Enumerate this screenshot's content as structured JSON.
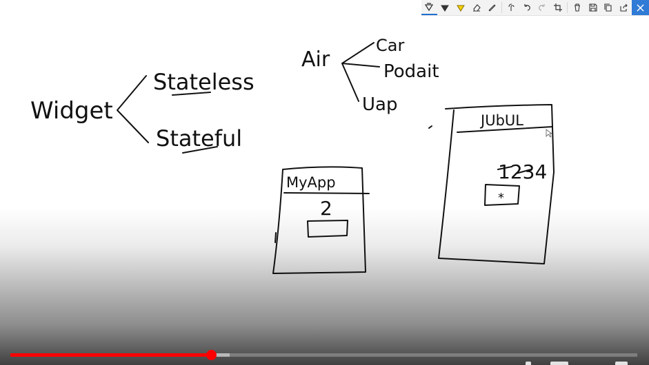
{
  "toolbar": {
    "tools": [
      {
        "name": "ballpoint-pen-icon",
        "color": "#333333"
      },
      {
        "name": "pencil-icon",
        "color": "#333333"
      },
      {
        "name": "highlighter-icon",
        "color": "#e0b400"
      },
      {
        "name": "eraser-icon",
        "color": "#333333"
      },
      {
        "name": "ruler-icon",
        "color": "#333333"
      },
      {
        "name": "touch-writing-icon",
        "color": "#333333"
      },
      {
        "name": "undo-icon",
        "color": "#333333"
      },
      {
        "name": "redo-icon",
        "color": "#aaaaaa"
      },
      {
        "name": "crop-icon",
        "color": "#333333"
      },
      {
        "name": "delete-icon",
        "color": "#333333"
      },
      {
        "name": "save-icon",
        "color": "#333333"
      },
      {
        "name": "copy-icon",
        "color": "#333333"
      },
      {
        "name": "share-icon",
        "color": "#333333"
      },
      {
        "name": "close-icon",
        "color": "#ffffff"
      }
    ],
    "accent": "#2f7bd6"
  },
  "whiteboard": {
    "widget": "Widget",
    "stateless": "Stateless",
    "stateful": "Stateful",
    "air": "Air",
    "car": "Car",
    "podait": "Podait",
    "uap": "Uap",
    "myapp_title": "MyApp",
    "myapp_counter": "2",
    "jubul_title": "JUbUL",
    "jubul_numbers": "1234",
    "jubul_button": "*"
  },
  "player": {
    "progress_fraction": 0.32,
    "buffer_fraction": 0.35,
    "progress_color": "#ff0000"
  }
}
